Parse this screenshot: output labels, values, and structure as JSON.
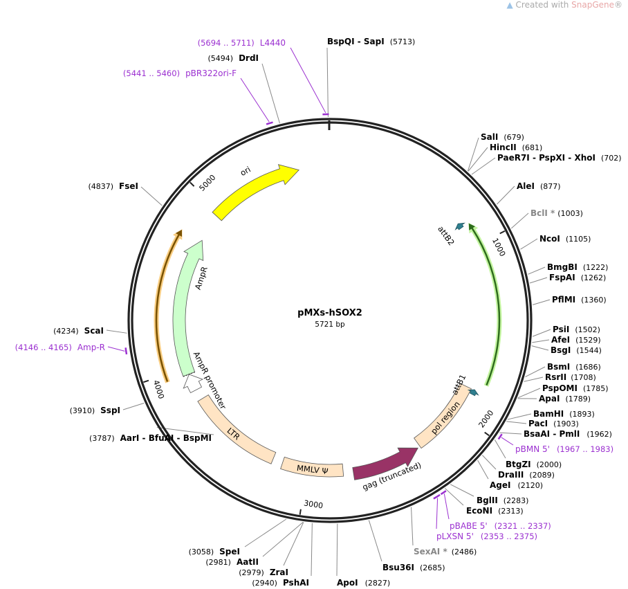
{
  "watermark": {
    "prefix": "Created with ",
    "brand": "SnapGene",
    "suffix": "®"
  },
  "plasmid": {
    "name": "pMXs-hSOX2",
    "length_label": "5721 bp",
    "length": 5721
  },
  "ticks": [
    {
      "pos": 1000,
      "label": "1000"
    },
    {
      "pos": 2000,
      "label": "2000"
    },
    {
      "pos": 3000,
      "label": "3000"
    },
    {
      "pos": 4000,
      "label": "4000"
    },
    {
      "pos": 5000,
      "label": "5000"
    }
  ],
  "features": [
    {
      "name": "ori",
      "start": 4968,
      "end": 5536,
      "dir": 1,
      "color": "#ffff00",
      "stroke": "#555555"
    },
    {
      "name": "AmpR",
      "start": 3960,
      "end": 4800,
      "dir": 1,
      "color": "#ccffcc",
      "stroke": "#555555"
    },
    {
      "name": "AmpR promoter",
      "start": 3855,
      "end": 3958,
      "dir": 1,
      "color": "#ffffff",
      "stroke": "#555555"
    },
    {
      "name": "LTR",
      "start": 3215,
      "end": 3791,
      "dir": 0,
      "color": "#ffe4c4",
      "stroke": "#555555"
    },
    {
      "name": "MMLV Ψ",
      "start": 2781,
      "end": 3153,
      "dir": 0,
      "color": "#ffe4c4",
      "stroke": "#555555"
    },
    {
      "name": "gag (truncated)",
      "start": 2310,
      "end": 2721,
      "dir": -1,
      "color": "#993366",
      "stroke": "#555555"
    },
    {
      "name": "pol region",
      "start": 1840,
      "end": 2295,
      "dir": 0,
      "color": "#ffe4c4",
      "stroke": "#555555"
    },
    {
      "name": "attB2",
      "start": 842,
      "end": 872,
      "dir": -1,
      "color": "#2f7f8f",
      "stroke": "#1e5560"
    },
    {
      "name": "attB1",
      "start": 1836,
      "end": 1866,
      "dir": -1,
      "color": "#2f7f8f",
      "stroke": "#1e5560"
    },
    {
      "name": "",
      "start": 875,
      "end": 1787,
      "dir": -1,
      "color": "#2d6b1c",
      "glow": "#b9f28e"
    },
    {
      "name": "",
      "start": 3963,
      "end": 4791,
      "dir": 1,
      "color": "#7a5200",
      "glow": "#f7c46c"
    }
  ],
  "sites": [
    {
      "name": "BspQI  - SapI",
      "pos": "(5713)",
      "bp": 5713
    },
    {
      "name": "SalI",
      "pos": "(679)",
      "bp": 679
    },
    {
      "name": "HincII",
      "pos": "(681)",
      "bp": 681
    },
    {
      "name": "PaeR7I  - PspXI  - XhoI",
      "pos": "(702)",
      "bp": 702
    },
    {
      "name": "AleI",
      "pos": "(877)",
      "bp": 877
    },
    {
      "name": "BclI *",
      "pos": "(1003)",
      "bp": 1003
    },
    {
      "name": "NcoI",
      "pos": "(1105)",
      "bp": 1105
    },
    {
      "name": "BmgBI",
      "pos": "(1222)",
      "bp": 1222
    },
    {
      "name": "FspAI",
      "pos": "(1262)",
      "bp": 1262
    },
    {
      "name": "PflMI",
      "pos": "(1360)",
      "bp": 1360
    },
    {
      "name": "PsiI",
      "pos": "(1502)",
      "bp": 1502
    },
    {
      "name": "AfeI",
      "pos": "(1529)",
      "bp": 1529
    },
    {
      "name": "BsgI",
      "pos": "(1544)",
      "bp": 1544
    },
    {
      "name": "BsmI",
      "pos": "(1686)",
      "bp": 1686
    },
    {
      "name": "RsrII",
      "pos": "(1708)",
      "bp": 1708
    },
    {
      "name": "PspOMI",
      "pos": "(1785)",
      "bp": 1785
    },
    {
      "name": "ApaI",
      "pos": "(1789)",
      "bp": 1789
    },
    {
      "name": "BamHI",
      "pos": "(1893)",
      "bp": 1893
    },
    {
      "name": "PacI",
      "pos": "(1903)",
      "bp": 1903
    },
    {
      "name": "BsaAI  - PmlI",
      "pos": "(1962)",
      "bp": 1962
    },
    {
      "name": "BtgZI",
      "pos": "(2000)",
      "bp": 2000
    },
    {
      "name": "DraIII",
      "pos": "(2089)",
      "bp": 2089
    },
    {
      "name": "AgeI",
      "pos": "(2120)",
      "bp": 2120
    },
    {
      "name": "BglII",
      "pos": "(2283)",
      "bp": 2283
    },
    {
      "name": "EcoNI",
      "pos": "(2313)",
      "bp": 2313
    },
    {
      "name": "SexAI *",
      "pos": "(2486)",
      "bp": 2486
    },
    {
      "name": "Bsu36I",
      "pos": "(2685)",
      "bp": 2685
    },
    {
      "name": "ApoI",
      "pos": "(2827)",
      "bp": 2827
    },
    {
      "name": "PshAI",
      "pos": "(2940)",
      "bp": 2940
    },
    {
      "name": "ZraI",
      "pos": "(2979)",
      "bp": 2979
    },
    {
      "name": "AatII",
      "pos": "(2981)",
      "bp": 2981
    },
    {
      "name": "SpeI",
      "pos": "(3058)",
      "bp": 3058
    },
    {
      "name": "AarI  - BfuAI  - BspMI",
      "pos": "(3787)",
      "bp": 3787
    },
    {
      "name": "SspI",
      "pos": "(3910)",
      "bp": 3910
    },
    {
      "name": "ScaI",
      "pos": "(4234)",
      "bp": 4234
    },
    {
      "name": "FseI",
      "pos": "(4837)",
      "bp": 4837
    },
    {
      "name": "DrdI",
      "pos": "(5494)",
      "bp": 5494
    }
  ],
  "primers": [
    {
      "name": "L4440",
      "range": "(5694 .. 5711)",
      "start": 5694,
      "end": 5711
    },
    {
      "name": "pBR322ori-F",
      "range": "(5441 .. 5460)",
      "start": 5441,
      "end": 5460
    },
    {
      "name": "Amp-R",
      "range": "(4146 .. 4165)",
      "start": 4146,
      "end": 4165
    },
    {
      "name": "pBMN 5'",
      "range": "(1967 .. 1983)",
      "start": 1967,
      "end": 1983
    },
    {
      "name": "pBABE 5'",
      "range": "(2321 .. 2337)",
      "start": 2321,
      "end": 2337
    },
    {
      "name": "pLXSN 5'",
      "range": "(2353 .. 2375)",
      "start": 2353,
      "end": 2375
    }
  ],
  "colors": {
    "backbone": "#222222",
    "leader": "#888888",
    "primer": "#9b30d0"
  }
}
